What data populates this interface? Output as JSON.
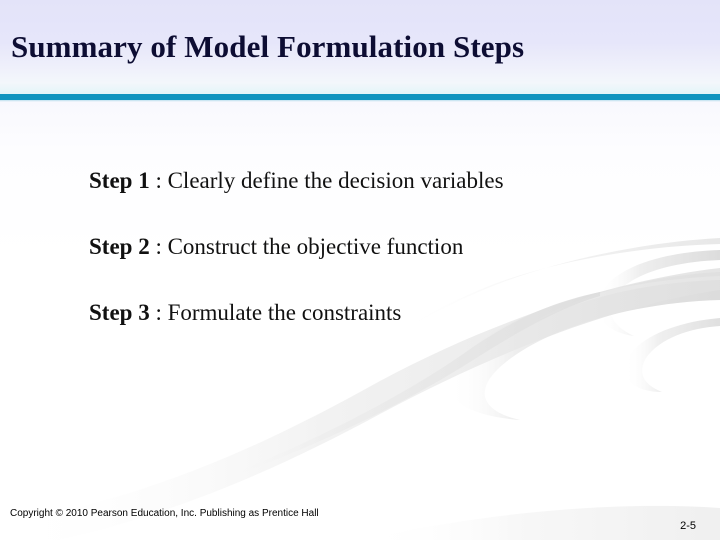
{
  "slide": {
    "title": "Summary of Model Formulation Steps",
    "accent_color": "#0f95bf",
    "title_color": "#0d0d33",
    "header_gradient_top": "#e3e3f9",
    "header_gradient_bottom": "#e3f5f8",
    "ribbon_color": "#e4e4e4"
  },
  "steps": [
    {
      "label": "Step 1",
      "separator": " : ",
      "text": "Clearly define the decision variables"
    },
    {
      "label": "Step 2",
      "separator": " : ",
      "text": "Construct the objective function"
    },
    {
      "label": "Step 3",
      "separator": " : ",
      "text": "Formulate the constraints"
    }
  ],
  "footer": {
    "copyright": "Copyright © 2010 Pearson Education, Inc. Publishing as Prentice Hall",
    "page_number": "2-5"
  }
}
